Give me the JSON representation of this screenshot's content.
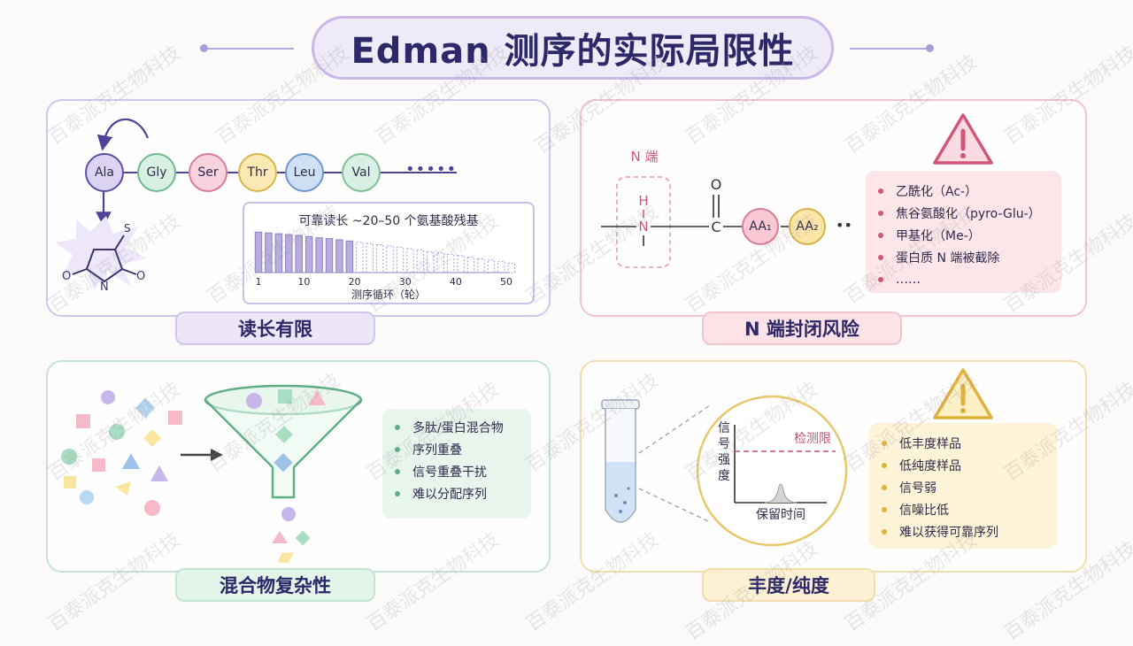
{
  "title": "Edman 测序的实际局限性",
  "watermark": "百泰派克生物科技",
  "panel_read": {
    "label": "读长有限",
    "residues": [
      "Ala",
      "Gly",
      "Ser",
      "Thr",
      "Leu",
      "Val"
    ],
    "residue_colors": [
      "#dcd2f2",
      "#d6f0e2",
      "#f8d3dd",
      "#fbe9b4",
      "#cfe0f6",
      "#d8f0e4"
    ],
    "residue_borders": [
      "#5b4ea8",
      "#6fb98e",
      "#d97c97",
      "#d8b54a",
      "#6f96cf",
      "#7fbf98"
    ],
    "ellipsis": "•••••",
    "chart_title": "可靠读长 ~20–50 个氨基酸残基",
    "xlabel": "测序循环（轮）",
    "ticks": [
      "1",
      "10",
      "20",
      "30",
      "40",
      "50"
    ],
    "ring_atoms": {
      "s": "S",
      "o1": "O",
      "o2": "O",
      "n": "N"
    }
  },
  "panel_n": {
    "label": "N 端封闭风险",
    "n_label": "N 端",
    "atoms": {
      "h": "H",
      "n": "N",
      "o": "O",
      "c": "C"
    },
    "aa1": "AA₁",
    "aa2": "AA₂",
    "dots": "••",
    "items": [
      "乙酰化（Ac-）",
      "焦谷氨酸化（pyro-Glu-）",
      "甲基化（Me-）",
      "蛋白质 N 端被截除",
      "……"
    ]
  },
  "panel_mix": {
    "label": "混合物复杂性",
    "items": [
      "多肽/蛋白混合物",
      "序列重叠",
      "信号重叠干扰",
      "难以分配序列"
    ]
  },
  "panel_abund": {
    "label": "丰度/纯度",
    "ylabel_chars": [
      "信",
      "号",
      "强",
      "度"
    ],
    "xlabel": "保留时间",
    "limit_label": "检测限",
    "items": [
      "低丰度样品",
      "低纯度样品",
      "信号弱",
      "信噪比低",
      "难以获得可靠序列"
    ]
  },
  "chart_data": {
    "type": "bar",
    "title": "可靠读长 ~20–50 个氨基酸残基",
    "xlabel": "测序循环（轮）",
    "ylabel": "",
    "x_ticks": [
      1,
      10,
      20,
      30,
      40,
      50
    ],
    "x": [
      1,
      3,
      5,
      7,
      9,
      11,
      13,
      15,
      17,
      19,
      21,
      23,
      25,
      27,
      29,
      31,
      33,
      35,
      37,
      39,
      41,
      43,
      45,
      47,
      49,
      51
    ],
    "values": [
      100,
      98,
      96,
      94,
      92,
      89,
      86,
      84,
      81,
      78,
      75,
      72,
      69,
      66,
      63,
      59,
      56,
      52,
      49,
      45,
      42,
      38,
      34,
      31,
      27,
      23
    ],
    "reliable_until": 20,
    "ylim": [
      0,
      105
    ]
  }
}
